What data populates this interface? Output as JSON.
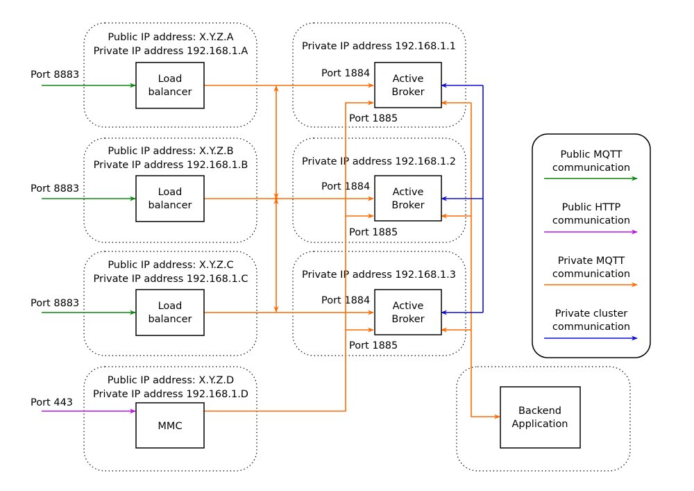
{
  "colors": {
    "public_mqtt": "#0a8a0a",
    "public_http": "#c012e8",
    "private_mqtt": "#ff6a00",
    "private_cluster": "#0b0bd8"
  },
  "ingress": {
    "a": {
      "public_ip": "Public IP address: X.Y.Z.A",
      "private_ip": "Private IP address 192.168.1.A",
      "port": "Port 8883",
      "box_line1": "Load",
      "box_line2": "balancer"
    },
    "b": {
      "public_ip": "Public IP address: X.Y.Z.B",
      "private_ip": "Private IP address 192.168.1.B",
      "port": "Port 8883",
      "box_line1": "Load",
      "box_line2": "balancer"
    },
    "c": {
      "public_ip": "Public IP address: X.Y.Z.C",
      "private_ip": "Private IP address 192.168.1.C",
      "port": "Port 8883",
      "box_line1": "Load",
      "box_line2": "balancer"
    },
    "d": {
      "public_ip": "Public IP address: X.Y.Z.D",
      "private_ip": "Private IP address 192.168.1.D",
      "port": "Port 443",
      "box_label": "MMC"
    }
  },
  "brokers": [
    {
      "private_ip": "Private IP address 192.168.1.1",
      "port_in": "Port 1884",
      "port_cluster": "Port 1885",
      "line1": "Active",
      "line2": "Broker"
    },
    {
      "private_ip": "Private IP address 192.168.1.2",
      "port_in": "Port 1884",
      "port_cluster": "Port 1885",
      "line1": "Active",
      "line2": "Broker"
    },
    {
      "private_ip": "Private IP address 192.168.1.3",
      "port_in": "Port 1884",
      "port_cluster": "Port 1885",
      "line1": "Active",
      "line2": "Broker"
    }
  ],
  "backend": {
    "line1": "Backend",
    "line2": "Application"
  },
  "legend": [
    {
      "line1": "Public MQTT",
      "line2": "communication",
      "color_key": "public_mqtt"
    },
    {
      "line1": "Public HTTP",
      "line2": "communication",
      "color_key": "public_http"
    },
    {
      "line1": "Private MQTT",
      "line2": "communication",
      "color_key": "private_mqtt"
    },
    {
      "line1": "Private cluster",
      "line2": "communication",
      "color_key": "private_cluster"
    }
  ]
}
